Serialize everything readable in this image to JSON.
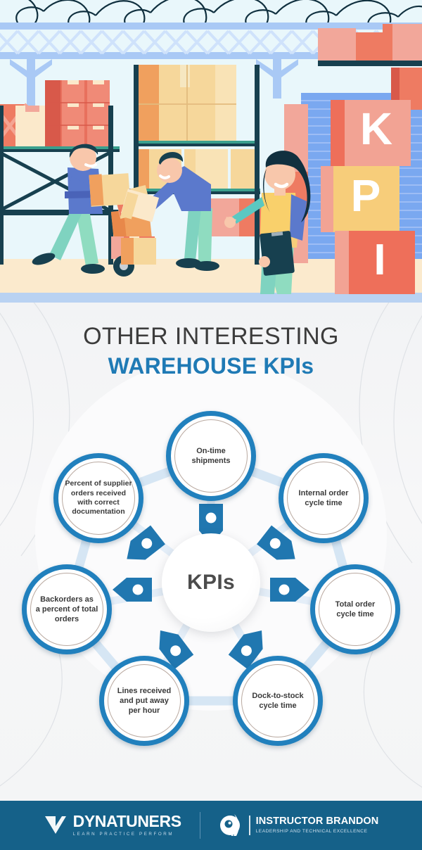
{
  "header": {
    "title_line1": "OTHER INTERESTING",
    "title_line2": "WAREHOUSE KPIs",
    "accent_color": "#1f7ab5",
    "title_color": "#3c3c3c"
  },
  "hero": {
    "alt": "warehouse illustration with workers, pallet racks, boxes and KPI blocks",
    "kpi_blocks": [
      {
        "letter": "K",
        "color": "#f2a394"
      },
      {
        "letter": "P",
        "color": "#f7cd7a"
      },
      {
        "letter": "I",
        "color": "#ee6f5a"
      }
    ],
    "palette": {
      "sky": "#e8f6fb",
      "wall_blue": "#7aa8f0",
      "truss": "#bcd6f7",
      "floor": "#fbeacd",
      "rack_dark": "#19404f",
      "box_tan": "#f6d79b",
      "box_orange": "#f0a05e",
      "box_red": "#e8705d",
      "box_pink": "#f2a79a",
      "skin": "#f8c7ab",
      "shirt_blue": "#5b79cc",
      "pants_mint": "#8fdcc0",
      "hair_dark": "#11303f",
      "vest_yellow": "#f9d06b"
    }
  },
  "diagram": {
    "center_label": "KPIs",
    "node_border_color": "#2180bd",
    "connector_color": "#cfe2f2",
    "arrow_color": "#2077b0",
    "nodes": [
      {
        "id": "on-time-shipments",
        "label": "On-time\nshipments"
      },
      {
        "id": "internal-order-cycle",
        "label": "Internal order\ncycle time"
      },
      {
        "id": "total-order-cycle",
        "label": "Total order\ncycle time"
      },
      {
        "id": "dock-to-stock-cycle",
        "label": "Dock-to-stock\ncycle time"
      },
      {
        "id": "lines-received-per-hour",
        "label": "Lines received\nand put away\nper hour"
      },
      {
        "id": "backorders-percent",
        "label": "Backorders as\na percent of total\norders"
      },
      {
        "id": "supplier-doc-percent",
        "label": "Percent of supplier\norders received\nwith correct\ndocumentation"
      }
    ]
  },
  "footer": {
    "background": "#156189",
    "dynatuners": {
      "name": "DYNATUNERS",
      "tagline": "LEARN PRACTICE PERFORM",
      "icon": "checkmark-chevron-icon"
    },
    "instructor_brandon": {
      "name": "INSTRUCTOR BRANDON",
      "tagline": "LEADERSHIP AND TECHNICAL EXCELLENCE",
      "icon": "person-rocket-circle-icon"
    }
  }
}
